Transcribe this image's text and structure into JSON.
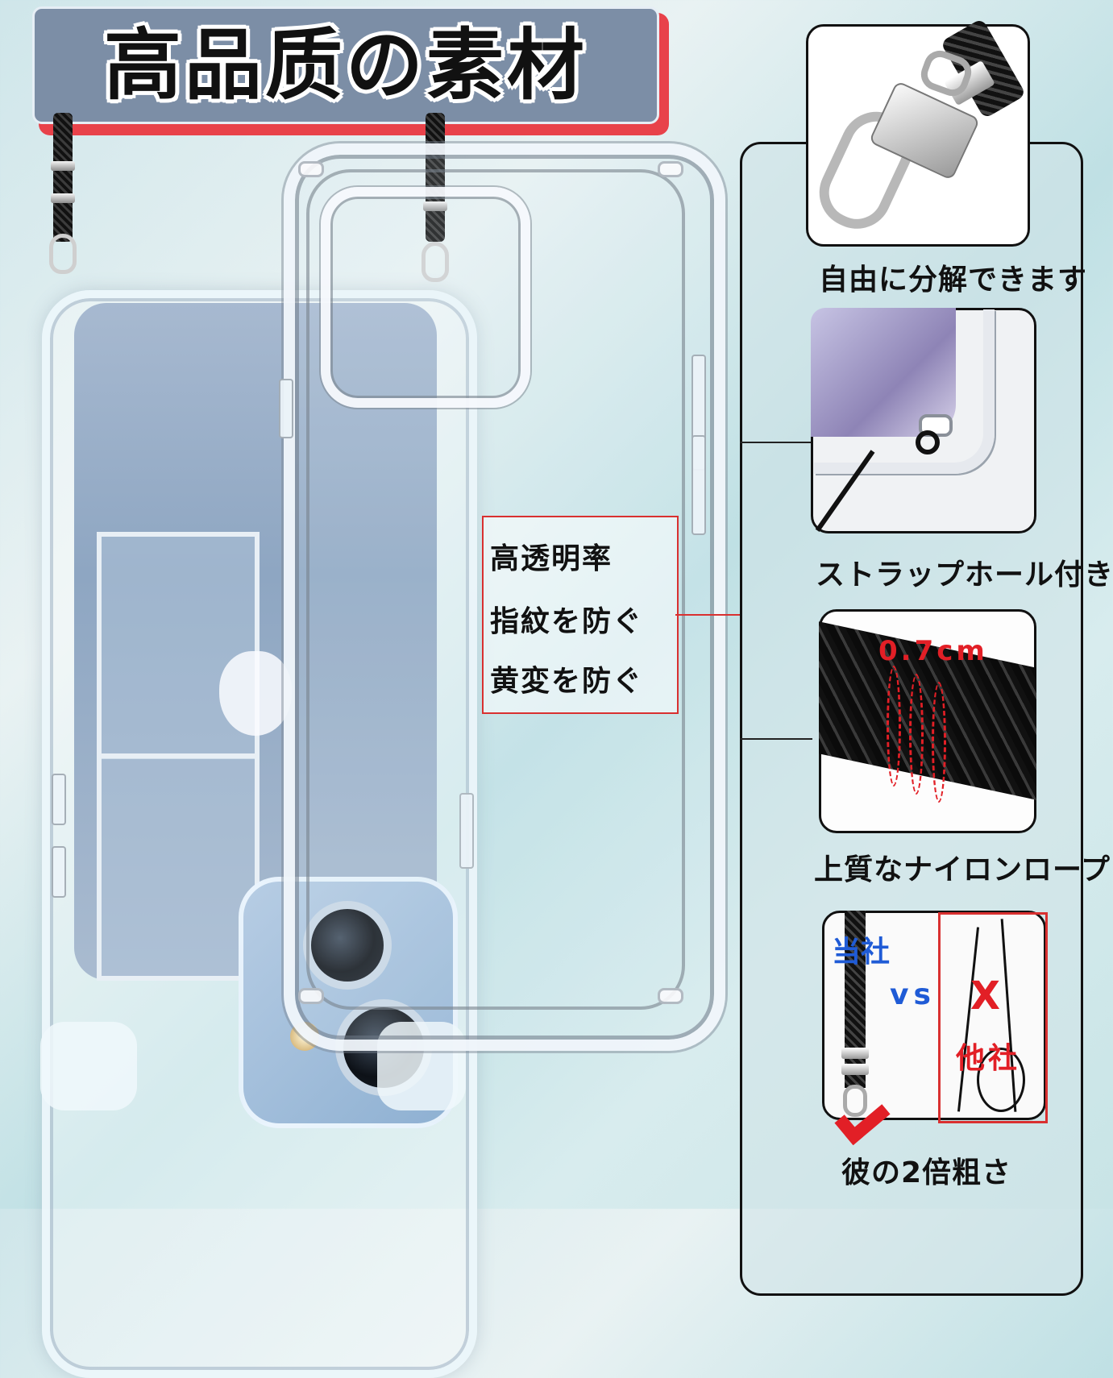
{
  "title": "高品质の素材",
  "features": [
    "高透明率",
    "指紋を防ぐ",
    "黄変を防ぐ"
  ],
  "cards": [
    {
      "caption": "自由に分解できます"
    },
    {
      "caption": "ストラップホール付き"
    },
    {
      "caption": "上質なナイロンロープ",
      "measure": "0.7cm"
    },
    {
      "caption": "彼の2倍粗さ",
      "ours_label": "当社",
      "vs_label": "vs",
      "x_mark": "X",
      "other_label": "他社"
    }
  ],
  "colors": {
    "accent_red": "#e21f26",
    "accent_blue": "#1f5bd6",
    "banner": "#7c8ea6"
  }
}
